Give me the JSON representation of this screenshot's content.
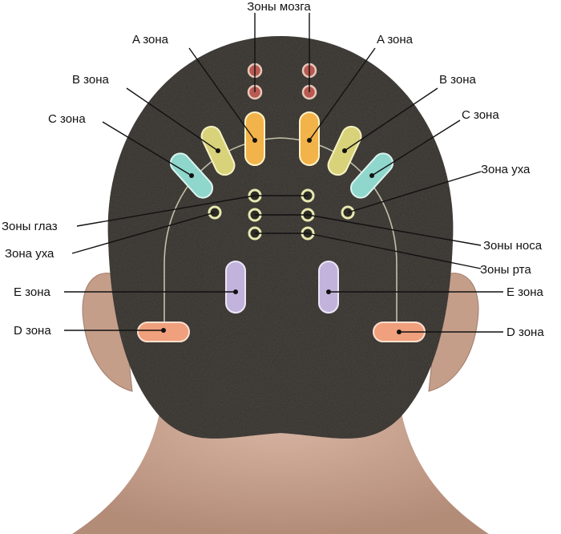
{
  "labels": {
    "brain_zones": "Зоны мозга",
    "a_zone": "A зона",
    "b_zone": "B зона",
    "c_zone": "C зона",
    "ear_zone": "Зона уха",
    "eye_zones": "Зоны глаз",
    "nose_zones": "Зоны носа",
    "mouth_zones": "Зоны рта",
    "e_zone": "E зона",
    "d_zone": "D зона"
  },
  "colors": {
    "a_zone": "#f2b34a",
    "b_zone": "#d8d27a",
    "c_zone": "#8fd6cc",
    "e_zone": "#c2b3dc",
    "d_zone": "#f0a07c",
    "brain_zone_point": "#b85a52",
    "point_ring": "#e8e8b0",
    "hair": "#3a3733",
    "skin": "#c9a593"
  }
}
